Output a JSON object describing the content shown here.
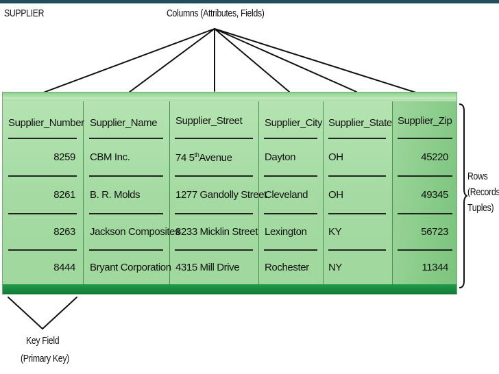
{
  "table_name": "SUPPLIER",
  "columns_label": "Columns (Attributes, Fields)",
  "rows_label": [
    "Rows",
    "(Records,",
    "Tuples)"
  ],
  "key_label": [
    "Key Field",
    "(Primary Key)"
  ],
  "columns": [
    "Supplier_Number",
    "Supplier_Name",
    "Supplier_Street",
    "Supplier_City",
    "Supplier_State",
    "Supplier_Zip"
  ],
  "rows": [
    {
      "number": "8259",
      "name": "CBM Inc.",
      "street": "74 5",
      "street_sup": "th",
      "street_rest": " Avenue",
      "city": "Dayton",
      "state": "OH",
      "zip": "45220"
    },
    {
      "number": "8261",
      "name": "B. R. Molds",
      "street": "1277 Gandolly Street",
      "street_sup": "",
      "street_rest": "",
      "city": "Cleveland",
      "state": "OH",
      "zip": "49345"
    },
    {
      "number": "8263",
      "name": "Jackson Composites",
      "street": "8233 Micklin Street",
      "street_sup": "",
      "street_rest": "",
      "city": "Lexington",
      "state": "KY",
      "zip": "56723"
    },
    {
      "number": "8444",
      "name": "Bryant Corporation",
      "street": "4315 Mill Drive",
      "street_sup": "",
      "street_rest": "",
      "city": "Rochester",
      "state": "NY",
      "zip": "11344"
    }
  ]
}
